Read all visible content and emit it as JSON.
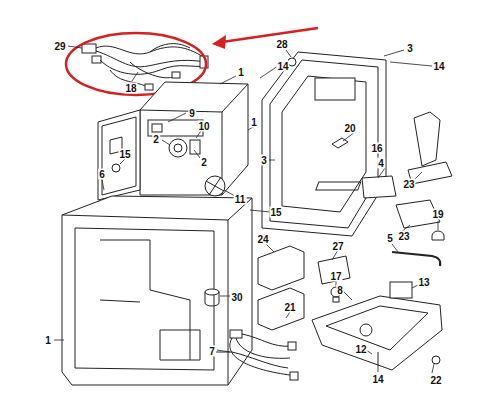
{
  "diagram": {
    "labels": [
      "29",
      "28",
      "3",
      "14",
      "14",
      "1",
      "18",
      "9",
      "1",
      "16",
      "2",
      "10",
      "20",
      "15",
      "2",
      "3",
      "6",
      "4",
      "23",
      "11",
      "15",
      "19",
      "23",
      "5",
      "24",
      "27",
      "17",
      "8",
      "13",
      "30",
      "21",
      "1",
      "7",
      "12",
      "14",
      "22"
    ]
  }
}
